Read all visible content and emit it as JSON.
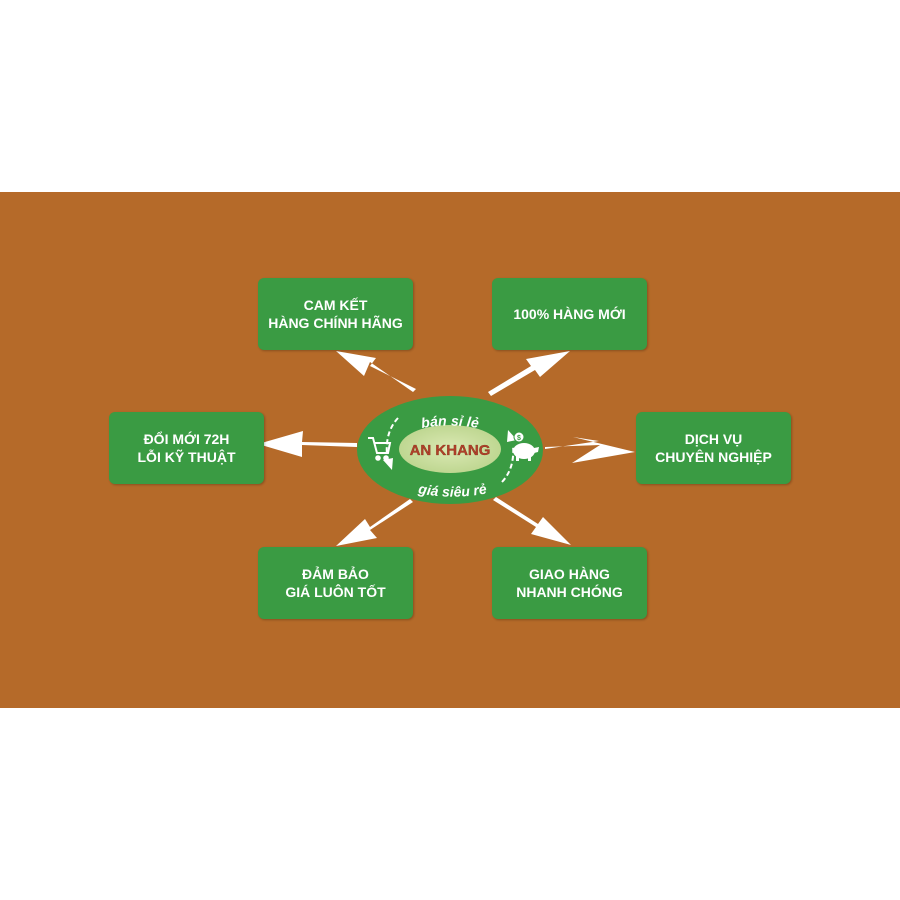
{
  "colors": {
    "background": "#b56a29",
    "box": "#3a9b43",
    "hub_ring": "#3a9b43",
    "hub_center": "#c8dd9a",
    "arrow": "#ffffff",
    "brand_text": "#b0402a"
  },
  "hub": {
    "brand": "AN KHANG",
    "top_text": "bán sỉ lẻ",
    "bottom_text": "giá siêu rẻ",
    "left_icon": "shopping-cart-icon",
    "right_icon": "piggy-bank-icon",
    "coin_symbol": "$"
  },
  "boxes": {
    "top_left": {
      "line1": "CAM KẾT",
      "line2": "HÀNG CHÍNH HÃNG"
    },
    "top_right": {
      "line1": "100% HÀNG MỚI"
    },
    "mid_left": {
      "line1": "ĐỔI MỚI 72H",
      "line2": "LỖI KỸ THUẬT"
    },
    "mid_right": {
      "line1": "DỊCH VỤ",
      "line2": "CHUYÊN NGHIỆP"
    },
    "bottom_left": {
      "line1": "ĐẢM BẢO",
      "line2": "GIÁ LUÔN TỐT"
    },
    "bottom_right": {
      "line1": "GIAO HÀNG",
      "line2": "NHANH CHÓNG"
    }
  }
}
